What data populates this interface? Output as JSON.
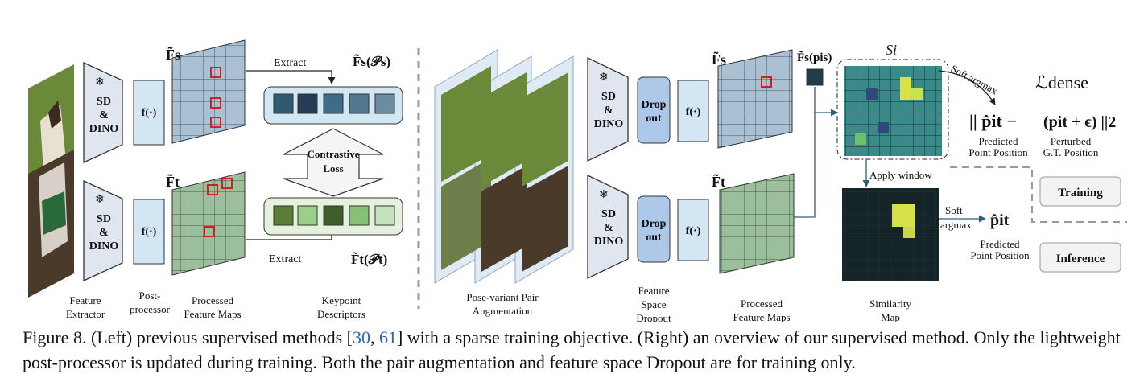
{
  "left": {
    "extractor_text": "SD\n&\nDINO",
    "post_text": "f(·)",
    "feature_source_label": "F̃s",
    "feature_target_label": "F̃t",
    "extract_top": "Extract",
    "extract_bottom": "Extract",
    "desc_source_label": "F̃s(𝒫s)",
    "desc_target_label": "F̃t(𝒫t)",
    "contrastive_loss": "Contrastive\nLoss",
    "bottom_labels": [
      "Feature\nExtractor",
      "Post-\nprocessor",
      "Processed\nFeature Maps",
      "Keypoint\nDescriptors"
    ]
  },
  "right": {
    "extractor_text": "SD\n&\nDINO",
    "dropout_text": "Drop\nout",
    "post_text": "f(·)",
    "feature_source_label": "F̃s",
    "feature_target_label": "F̃t",
    "point_feature_label": "F̃s(pis)",
    "sim_label": "Si",
    "soft_argmax": "Soft argmax",
    "loss_label": "ℒdense",
    "loss_formula_left": "|| p̂it −",
    "loss_formula_right": "(pit + ϵ) ||2",
    "predicted_point": "Predicted\nPoint Position",
    "perturbed": "Perturbed\nG.T. Position",
    "apply_window": "Apply window",
    "soft_argmax_2": "Soft\nargmax",
    "p_hat": "p̂it",
    "predicted_point_2": "Predicted\nPoint Position",
    "training": "Training",
    "inference": "Inference",
    "bottom_labels": [
      "Pose-variant Pair\nAugmentation",
      "Feature\nSpace\nDropout",
      "Processed\nFeature Maps",
      "Similarity\nMap"
    ]
  },
  "caption": {
    "prefix": "Figure 8. (Left) previous supervised methods [",
    "cite1": "30",
    "sep": ", ",
    "cite2": "61",
    "suffix": "] with a sparse training objective. (Right) an overview of our supervised method. Only the lightweight post-processor is updated during training. Both the pair augmentation and feature space Dropout are for training only."
  },
  "colors": {
    "panel_blue": "#d3e6f3",
    "panel_green": "#e4f1dc",
    "dropout": "#aec8ea",
    "grid_dark": "#2b4a55"
  }
}
